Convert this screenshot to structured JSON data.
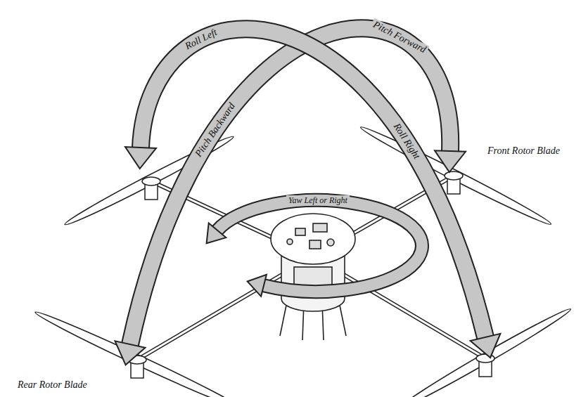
{
  "diagram": {
    "labels": [
      "Roll Left",
      "Pitch Forward",
      "Pitch Backward",
      "Roll Right",
      "Yaw Left or Right",
      "Front Rotor Blade",
      "Rear Rotor Blade"
    ]
  }
}
